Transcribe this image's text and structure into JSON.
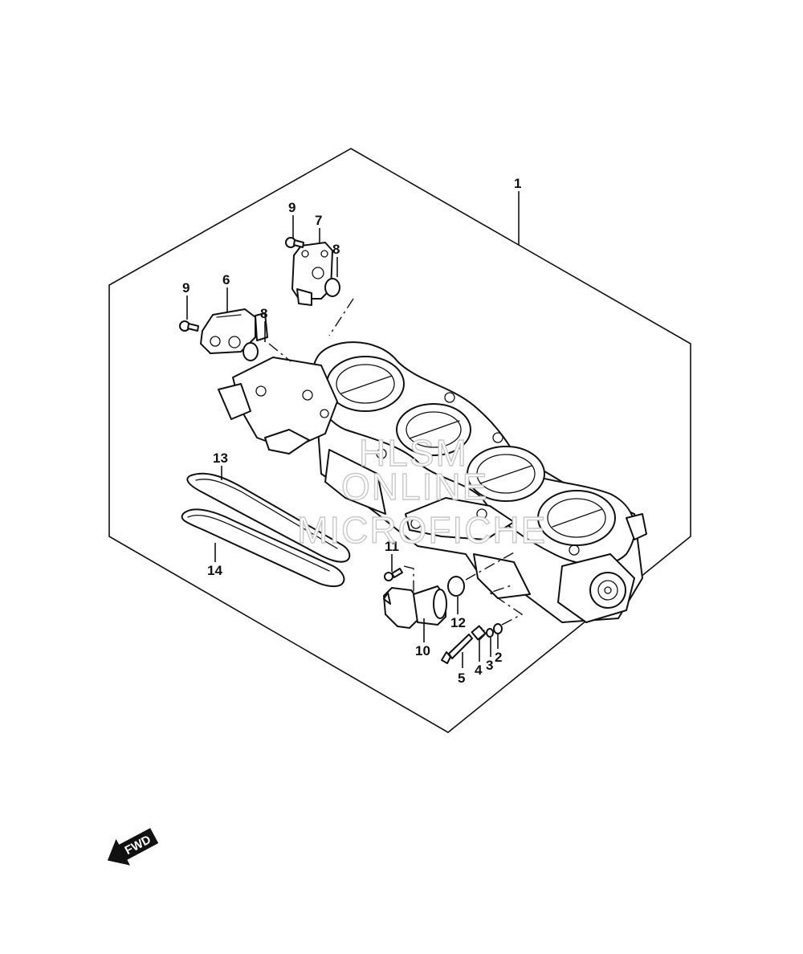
{
  "diagram": {
    "callouts": {
      "p1": "1",
      "p2": "2",
      "p3": "3",
      "p4": "4",
      "p5": "5",
      "p6": "6",
      "p7": "7",
      "p8a": "8",
      "p8b": "8",
      "p9a": "9",
      "p9b": "9",
      "p10": "10",
      "p11": "11",
      "p12": "12",
      "p13": "13",
      "p14": "14"
    },
    "direction_badge": "FWD",
    "watermark": [
      "HLSM",
      "ONLINE",
      "MICROFICHE"
    ]
  }
}
